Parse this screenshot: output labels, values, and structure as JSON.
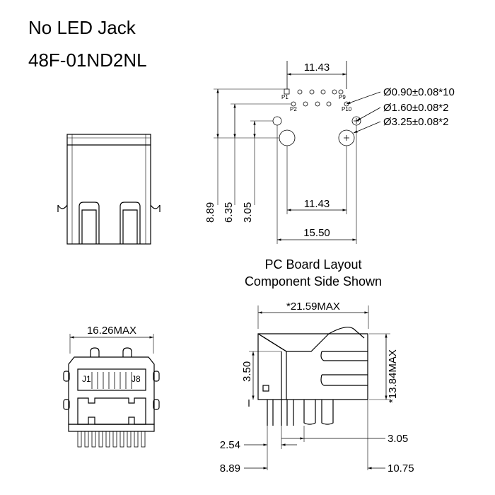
{
  "title": "No LED Jack",
  "part_number": "48F-01ND2NL",
  "pcb_layout": {
    "caption_line1": "PC Board Layout",
    "caption_line2": "Component Side Shown",
    "dim_top_width": "11.43",
    "dim_bottom_width": "11.43",
    "dim_overall_width": "15.50",
    "dim_h1": "8.89",
    "dim_h2": "6.35",
    "dim_h3": "3.05",
    "hole_small": "Ø0.90±0.08*10",
    "hole_medium": "Ø1.60±0.08*2",
    "hole_large": "Ø3.25±0.08*2",
    "pin_p1": "P1",
    "pin_p2": "P2",
    "pin_p9": "P9",
    "pin_p10": "P10"
  },
  "front_view": {
    "width_dim": "16.26MAX",
    "contact_left": "J1",
    "contact_right": "J8"
  },
  "side_view": {
    "length_dim": "*21.59MAX",
    "height_dim": "*13.84MAX",
    "dim_350": "3.50",
    "dim_254": "2.54",
    "dim_305": "3.05",
    "dim_889": "8.89",
    "dim_1075": "10.75"
  }
}
